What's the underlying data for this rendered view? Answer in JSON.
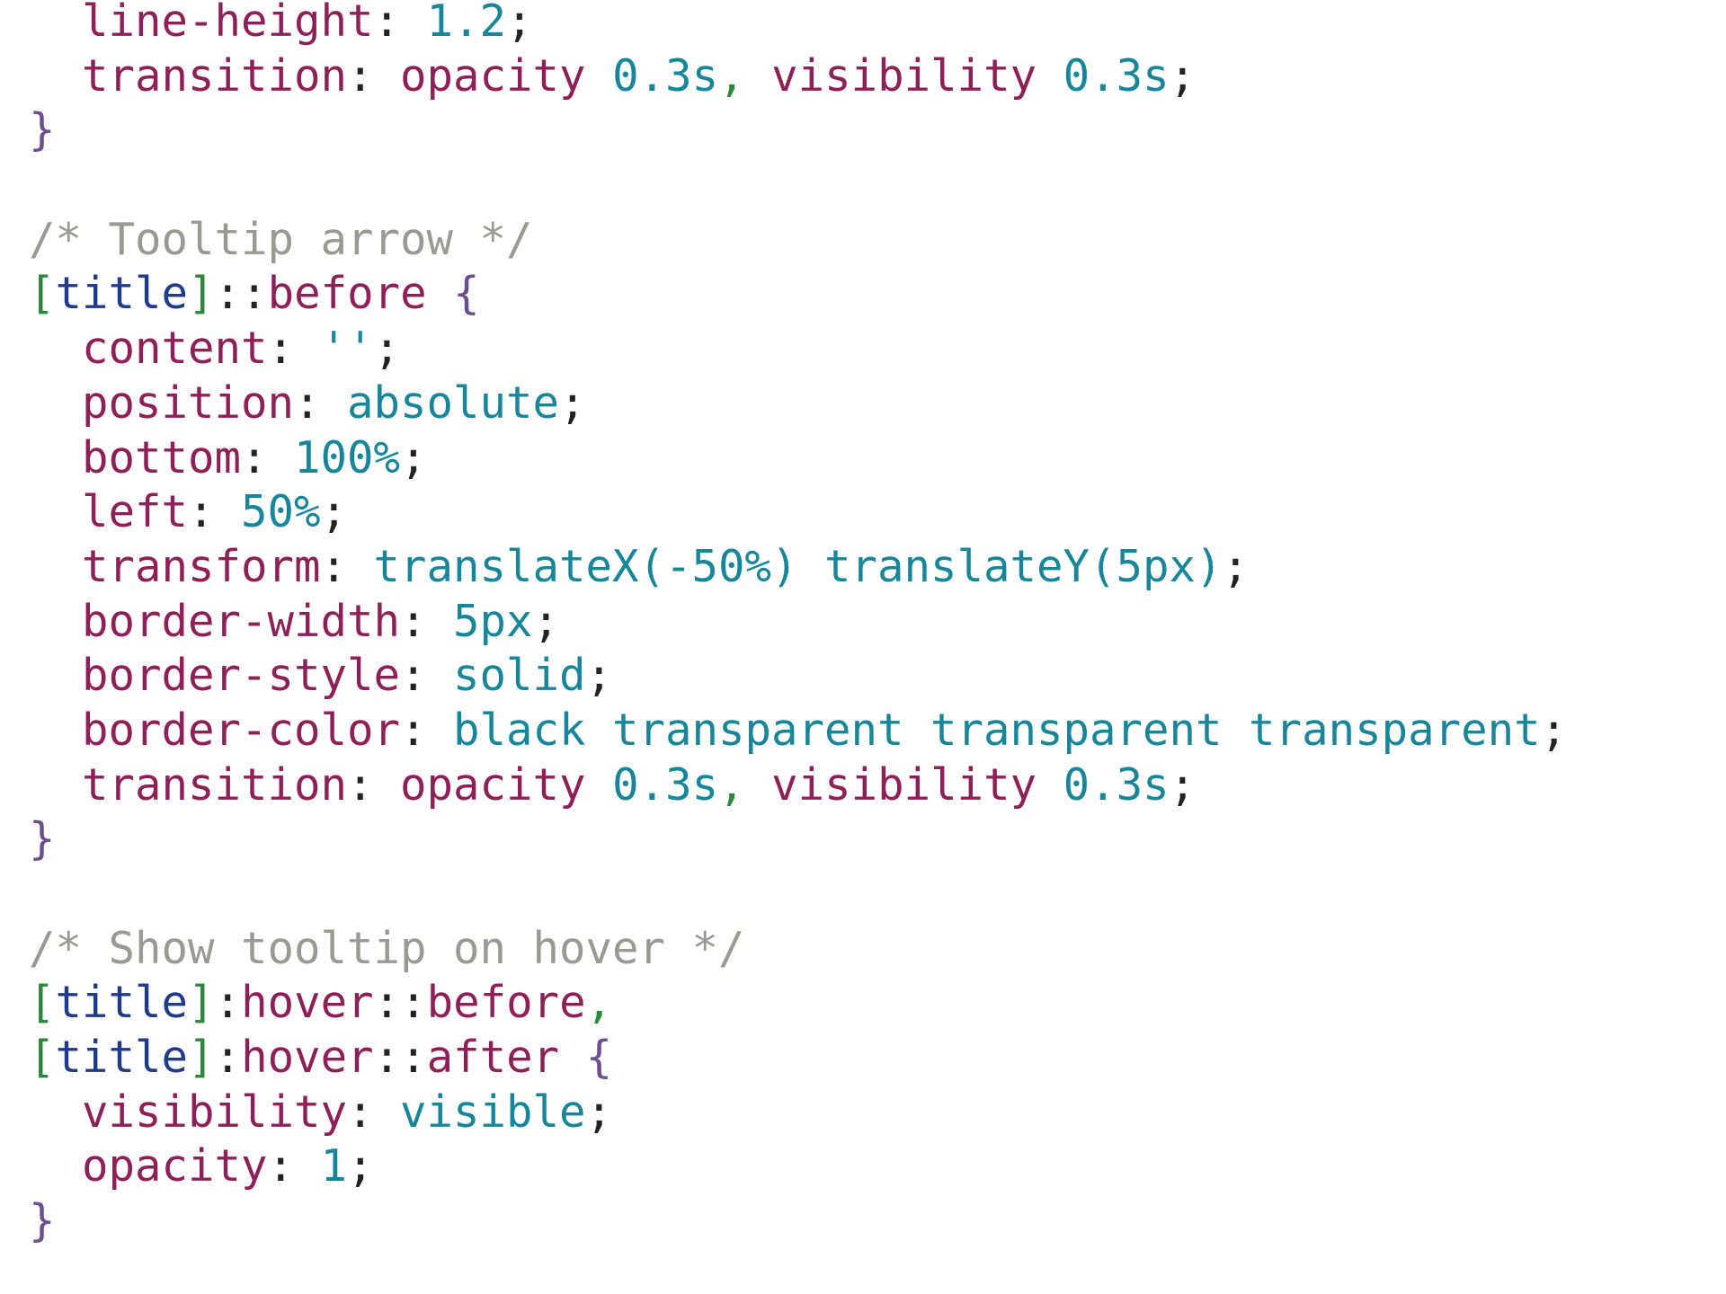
{
  "colors": {
    "background": "#ffffff",
    "property": "#8e2057",
    "value": "#17869a",
    "punctuation": "#222222",
    "brace": "#6b4e8f",
    "comment": "#9a9a92",
    "bracket": "#2a8a3a",
    "attribute": "#1f3b8a"
  },
  "code_lines": [
    {
      "tokens": [
        {
          "t": "  ",
          "k": "punct"
        },
        {
          "t": "line-height",
          "k": "property"
        },
        {
          "t": ": ",
          "k": "punct"
        },
        {
          "t": "1.2",
          "k": "value"
        },
        {
          "t": ";",
          "k": "punct"
        }
      ]
    },
    {
      "tokens": [
        {
          "t": "  ",
          "k": "punct"
        },
        {
          "t": "transition",
          "k": "property"
        },
        {
          "t": ": ",
          "k": "punct"
        },
        {
          "t": "opacity",
          "k": "selector"
        },
        {
          "t": " ",
          "k": "punct"
        },
        {
          "t": "0.3s",
          "k": "value"
        },
        {
          "t": ",",
          "k": "comma"
        },
        {
          "t": " ",
          "k": "punct"
        },
        {
          "t": "visibility",
          "k": "selector"
        },
        {
          "t": " ",
          "k": "punct"
        },
        {
          "t": "0.3s",
          "k": "value"
        },
        {
          "t": ";",
          "k": "punct"
        }
      ]
    },
    {
      "tokens": [
        {
          "t": "}",
          "k": "brace"
        }
      ]
    },
    {
      "tokens": []
    },
    {
      "tokens": [
        {
          "t": "/* Tooltip arrow */",
          "k": "comment"
        }
      ]
    },
    {
      "tokens": [
        {
          "t": "[",
          "k": "bracket"
        },
        {
          "t": "title",
          "k": "attr"
        },
        {
          "t": "]",
          "k": "bracket"
        },
        {
          "t": "::",
          "k": "punct"
        },
        {
          "t": "before",
          "k": "selector"
        },
        {
          "t": " ",
          "k": "punct"
        },
        {
          "t": "{",
          "k": "brace"
        }
      ]
    },
    {
      "tokens": [
        {
          "t": "  ",
          "k": "punct"
        },
        {
          "t": "content",
          "k": "property"
        },
        {
          "t": ": ",
          "k": "punct"
        },
        {
          "t": "''",
          "k": "value"
        },
        {
          "t": ";",
          "k": "punct"
        }
      ]
    },
    {
      "tokens": [
        {
          "t": "  ",
          "k": "punct"
        },
        {
          "t": "position",
          "k": "property"
        },
        {
          "t": ": ",
          "k": "punct"
        },
        {
          "t": "absolute",
          "k": "value"
        },
        {
          "t": ";",
          "k": "punct"
        }
      ]
    },
    {
      "tokens": [
        {
          "t": "  ",
          "k": "punct"
        },
        {
          "t": "bottom",
          "k": "property"
        },
        {
          "t": ": ",
          "k": "punct"
        },
        {
          "t": "100%",
          "k": "value"
        },
        {
          "t": ";",
          "k": "punct"
        }
      ]
    },
    {
      "tokens": [
        {
          "t": "  ",
          "k": "punct"
        },
        {
          "t": "left",
          "k": "property"
        },
        {
          "t": ": ",
          "k": "punct"
        },
        {
          "t": "50%",
          "k": "value"
        },
        {
          "t": ";",
          "k": "punct"
        }
      ]
    },
    {
      "tokens": [
        {
          "t": "  ",
          "k": "punct"
        },
        {
          "t": "transform",
          "k": "property"
        },
        {
          "t": ": ",
          "k": "punct"
        },
        {
          "t": "translateX(-50%) translateY(5px)",
          "k": "value"
        },
        {
          "t": ";",
          "k": "punct"
        }
      ]
    },
    {
      "tokens": [
        {
          "t": "  ",
          "k": "punct"
        },
        {
          "t": "border-width",
          "k": "property"
        },
        {
          "t": ": ",
          "k": "punct"
        },
        {
          "t": "5px",
          "k": "value"
        },
        {
          "t": ";",
          "k": "punct"
        }
      ]
    },
    {
      "tokens": [
        {
          "t": "  ",
          "k": "punct"
        },
        {
          "t": "border-style",
          "k": "property"
        },
        {
          "t": ": ",
          "k": "punct"
        },
        {
          "t": "solid",
          "k": "value"
        },
        {
          "t": ";",
          "k": "punct"
        }
      ]
    },
    {
      "tokens": [
        {
          "t": "  ",
          "k": "punct"
        },
        {
          "t": "border-color",
          "k": "property"
        },
        {
          "t": ": ",
          "k": "punct"
        },
        {
          "t": "black transparent transparent transparent",
          "k": "value"
        },
        {
          "t": ";",
          "k": "punct"
        }
      ]
    },
    {
      "tokens": [
        {
          "t": "  ",
          "k": "punct"
        },
        {
          "t": "transition",
          "k": "property"
        },
        {
          "t": ": ",
          "k": "punct"
        },
        {
          "t": "opacity",
          "k": "selector"
        },
        {
          "t": " ",
          "k": "punct"
        },
        {
          "t": "0.3s",
          "k": "value"
        },
        {
          "t": ",",
          "k": "comma"
        },
        {
          "t": " ",
          "k": "punct"
        },
        {
          "t": "visibility",
          "k": "selector"
        },
        {
          "t": " ",
          "k": "punct"
        },
        {
          "t": "0.3s",
          "k": "value"
        },
        {
          "t": ";",
          "k": "punct"
        }
      ]
    },
    {
      "tokens": [
        {
          "t": "}",
          "k": "brace"
        }
      ]
    },
    {
      "tokens": []
    },
    {
      "tokens": [
        {
          "t": "/* Show tooltip on hover */",
          "k": "comment"
        }
      ]
    },
    {
      "tokens": [
        {
          "t": "[",
          "k": "bracket"
        },
        {
          "t": "title",
          "k": "attr"
        },
        {
          "t": "]",
          "k": "bracket"
        },
        {
          "t": ":",
          "k": "punct"
        },
        {
          "t": "hover",
          "k": "selector"
        },
        {
          "t": "::",
          "k": "punct"
        },
        {
          "t": "before",
          "k": "selector"
        },
        {
          "t": ",",
          "k": "comma"
        }
      ]
    },
    {
      "tokens": [
        {
          "t": "[",
          "k": "bracket"
        },
        {
          "t": "title",
          "k": "attr"
        },
        {
          "t": "]",
          "k": "bracket"
        },
        {
          "t": ":",
          "k": "punct"
        },
        {
          "t": "hover",
          "k": "selector"
        },
        {
          "t": "::",
          "k": "punct"
        },
        {
          "t": "after",
          "k": "selector"
        },
        {
          "t": " ",
          "k": "punct"
        },
        {
          "t": "{",
          "k": "brace"
        }
      ]
    },
    {
      "tokens": [
        {
          "t": "  ",
          "k": "punct"
        },
        {
          "t": "visibility",
          "k": "property"
        },
        {
          "t": ": ",
          "k": "punct"
        },
        {
          "t": "visible",
          "k": "value"
        },
        {
          "t": ";",
          "k": "punct"
        }
      ]
    },
    {
      "tokens": [
        {
          "t": "  ",
          "k": "punct"
        },
        {
          "t": "opacity",
          "k": "property"
        },
        {
          "t": ": ",
          "k": "punct"
        },
        {
          "t": "1",
          "k": "value"
        },
        {
          "t": ";",
          "k": "punct"
        }
      ]
    },
    {
      "tokens": [
        {
          "t": "}",
          "k": "brace"
        }
      ]
    }
  ]
}
